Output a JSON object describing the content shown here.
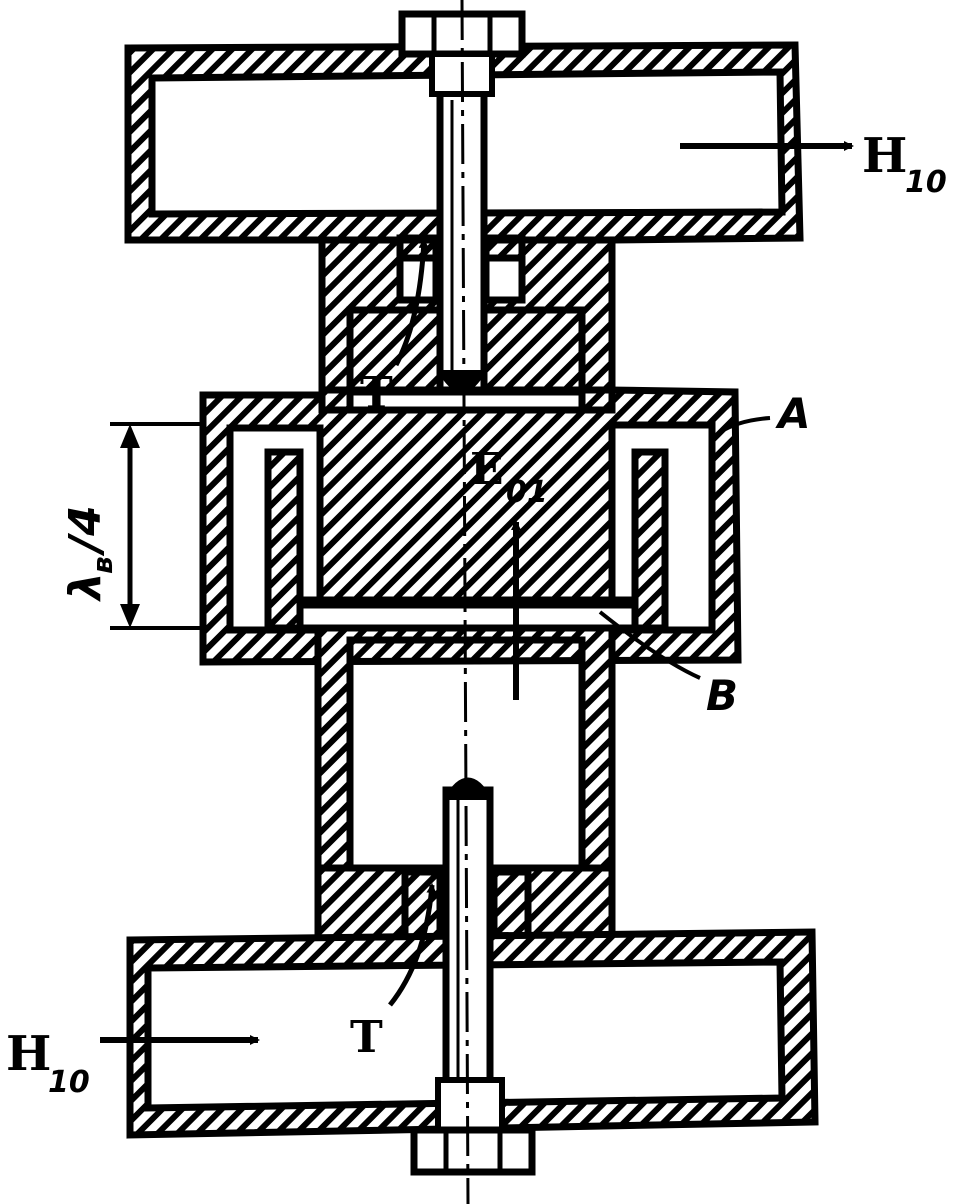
{
  "labels": {
    "h10_out": "H",
    "h10_out_sub": "10",
    "h10_in": "H",
    "h10_in_sub": "10",
    "t_top": "T",
    "t_bottom": "T",
    "e01": "E",
    "e01_sub": "01",
    "a": "A",
    "b": "B",
    "lambda_base": "λ",
    "lambda_sub": "в",
    "lambda_frac": "/4"
  },
  "colors": {
    "ink": "#000000",
    "paper": "#ffffff"
  }
}
